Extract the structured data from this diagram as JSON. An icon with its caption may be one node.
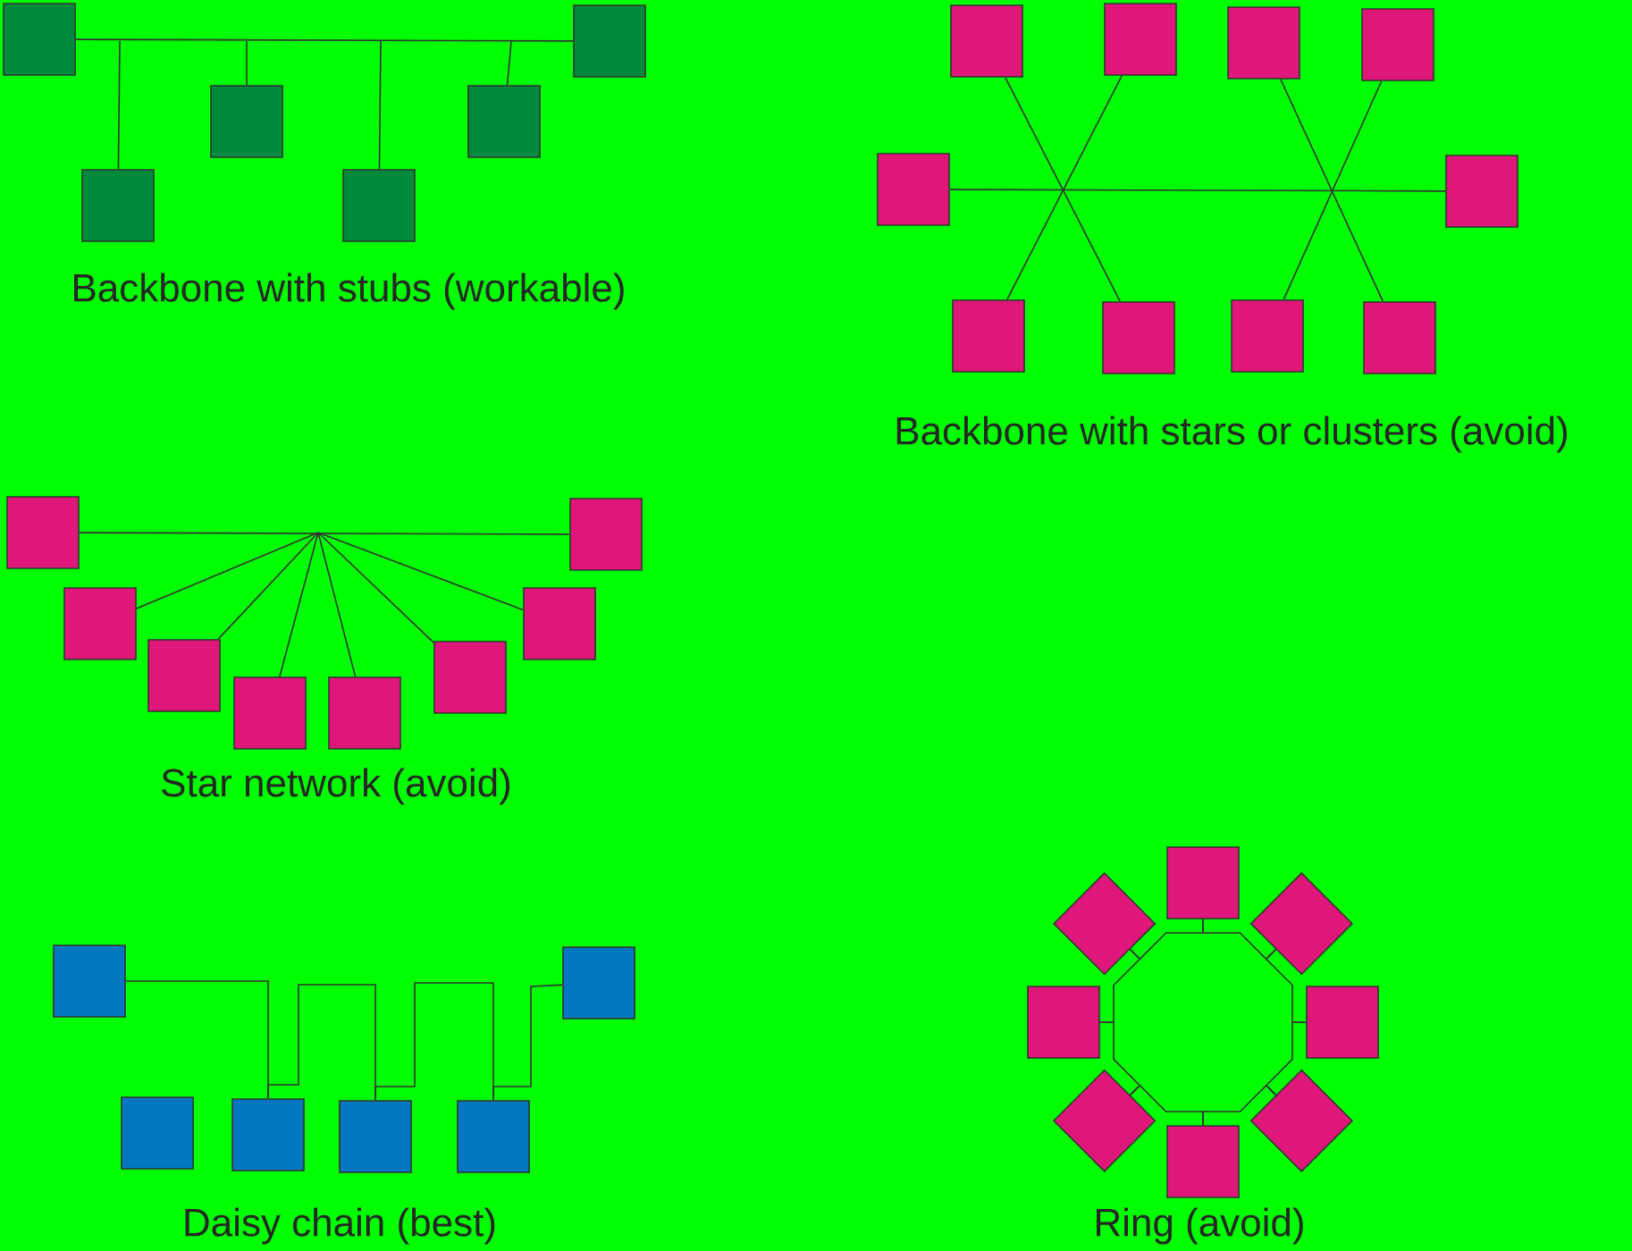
{
  "diagram": {
    "nodes": [
      {
        "text": [],
        "shape": "box"
      },
      {
        "text": [],
        "shape": "box"
      },
      {
        "text": [],
        "shape": "box"
      },
      {
        "text": [],
        "shape": "box"
      },
      {
        "text": [],
        "shape": "box"
      },
      {
        "text": [],
        "shape": "box"
      },
      {
        "text": [],
        "shape": "box"
      },
      {
        "text": [],
        "shape": "box"
      },
      {
        "text": [],
        "shape": "box"
      },
      {
        "text": [],
        "shape": "box"
      },
      {
        "text": [],
        "shape": "box"
      },
      {
        "text": [],
        "shape": "box"
      },
      {
        "text": [],
        "shape": "box"
      },
      {
        "text": [],
        "shape": "box"
      },
      {
        "text": [],
        "shape": "box"
      },
      {
        "text": [],
        "shape": "box"
      },
      {
        "text": [],
        "shape": "box"
      },
      {
        "text": [],
        "shape": "box"
      },
      {
        "text": [],
        "shape": "box"
      },
      {
        "text": [],
        "shape": "box"
      },
      {
        "text": [],
        "shape": "box"
      },
      {
        "text": [],
        "shape": "box"
      },
      {
        "text": [],
        "shape": "box"
      },
      {
        "text": [],
        "shape": "box"
      },
      {
        "text": [],
        "shape": "box"
      },
      {
        "text": [],
        "shape": "box"
      },
      {
        "text": [],
        "shape": "box"
      },
      {
        "text": [],
        "shape": "box"
      },
      {
        "text": [],
        "shape": "box"
      },
      {
        "text": [],
        "shape": "box"
      },
      {
        "text": [],
        "shape": "box"
      },
      {
        "text": [],
        "shape": "diamond"
      },
      {
        "text": [],
        "shape": "diamond"
      },
      {
        "text": [],
        "shape": "box"
      },
      {
        "text": [],
        "shape": "box"
      },
      {
        "text": [],
        "shape": "diamond"
      },
      {
        "text": [],
        "shape": "diamond"
      },
      {
        "text": [],
        "shape": "box"
      }
    ],
    "edges": [
      {
        "from": 0,
        "to": 1,
        "arrow": "none"
      },
      {
        "from": 2,
        "to": null,
        "arrow": "none"
      },
      {
        "from": 3,
        "to": null,
        "arrow": "none"
      },
      {
        "from": 4,
        "to": null,
        "arrow": "none"
      },
      {
        "from": 5,
        "to": null,
        "arrow": "none"
      },
      {
        "from": 10,
        "to": 11,
        "arrow": "none"
      },
      {
        "from": 6,
        "to": 13,
        "arrow": "none"
      },
      {
        "from": 7,
        "to": 12,
        "arrow": "none"
      },
      {
        "from": 8,
        "to": 15,
        "arrow": "none"
      },
      {
        "from": 9,
        "to": 14,
        "arrow": "none"
      },
      {
        "from": 16,
        "to": 17,
        "arrow": "none"
      },
      {
        "from": 18,
        "to": null,
        "arrow": "none"
      },
      {
        "from": 19,
        "to": null,
        "arrow": "none"
      },
      {
        "from": 20,
        "to": null,
        "arrow": "none"
      },
      {
        "from": 21,
        "to": null,
        "arrow": "none"
      },
      {
        "from": 22,
        "to": null,
        "arrow": "none"
      },
      {
        "from": 23,
        "to": null,
        "arrow": "none"
      },
      {
        "from": 24,
        "to": 27,
        "arrow": "none"
      },
      {
        "from": 27,
        "to": 28,
        "arrow": "none"
      },
      {
        "from": 28,
        "to": 29,
        "arrow": "none"
      },
      {
        "from": 29,
        "to": 25,
        "arrow": "none"
      },
      {
        "from": 30,
        "to": 32,
        "arrow": "none"
      },
      {
        "from": 32,
        "to": 34,
        "arrow": "none"
      },
      {
        "from": 34,
        "to": 36,
        "arrow": "none"
      },
      {
        "from": 36,
        "to": 37,
        "arrow": "none"
      },
      {
        "from": 37,
        "to": 35,
        "arrow": "none"
      },
      {
        "from": 35,
        "to": 33,
        "arrow": "none"
      },
      {
        "from": 33,
        "to": 31,
        "arrow": "none"
      },
      {
        "from": 31,
        "to": 30,
        "arrow": "none"
      }
    ],
    "labels": [
      "Backbone with stubs (workable)",
      "Backbone with stars or clusters (avoid)",
      "Star network (avoid)",
      "Daisy chain  (best)",
      "Ring (avoid)"
    ]
  }
}
